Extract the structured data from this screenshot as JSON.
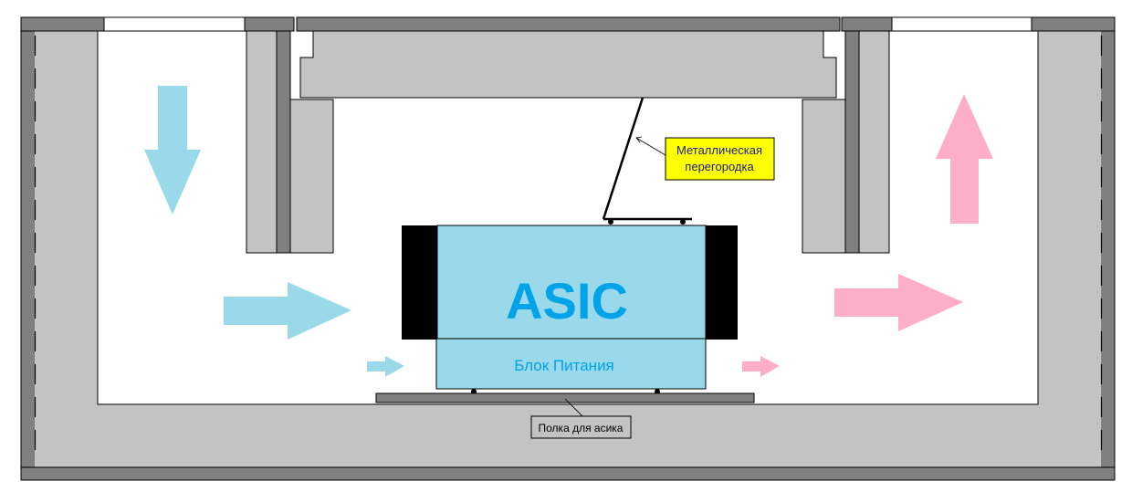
{
  "diagram": {
    "title": "ASIC enclosure airflow scheme",
    "colors": {
      "wall_dark": "#808080",
      "wall_light": "#c3c3c3",
      "asic_body": "#99d9ea",
      "asic_text": "#00a2e8",
      "cooler": "#000000",
      "intake_arrow": "#99d9ea",
      "exhaust_arrow": "#ffaec9",
      "callout_yellow": "#ffff00",
      "callout_text": "#1a1a8c"
    },
    "asic": {
      "label": "ASIC",
      "psu_label": "Блок Питания"
    },
    "callouts": {
      "partition": {
        "line1": "Металлическая",
        "line2": "перегородка"
      },
      "shelf": {
        "text": "Полка для асика"
      }
    },
    "airflow": {
      "intake": [
        "down",
        "right",
        "right-small"
      ],
      "exhaust": [
        "up",
        "right",
        "right-small"
      ]
    }
  }
}
